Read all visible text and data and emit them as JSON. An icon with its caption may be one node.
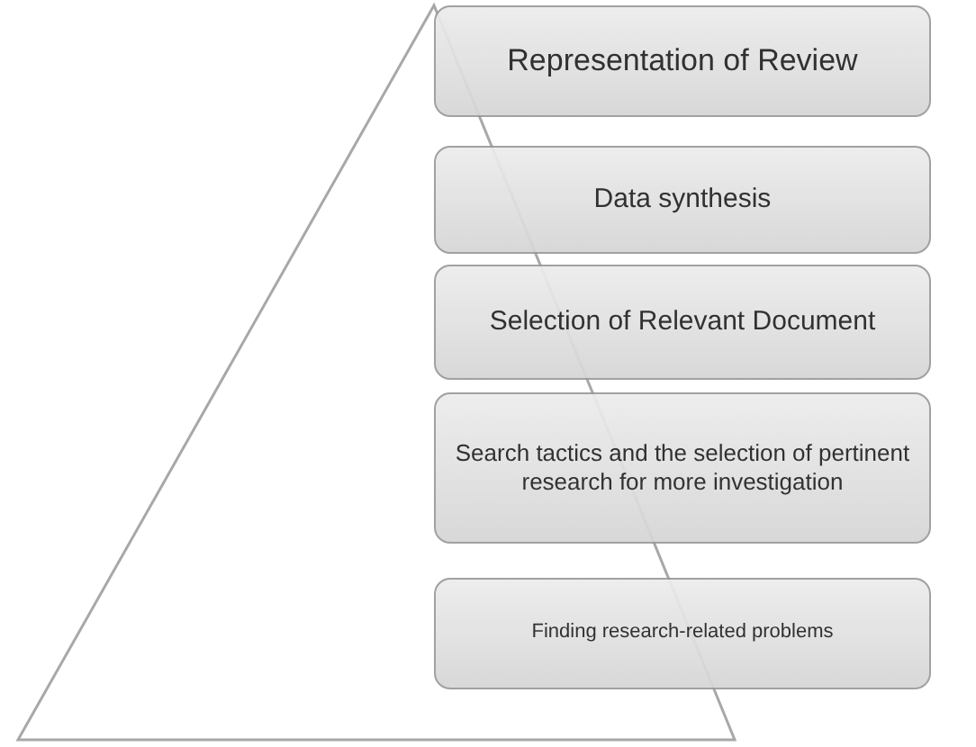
{
  "diagram": {
    "nodes": [
      {
        "text": [
          "Representation of Review"
        ]
      },
      {
        "text": [
          "Data synthesis"
        ]
      },
      {
        "text": [
          "Selection of Relevant Document"
        ]
      },
      {
        "text": [
          "Search tactics and the selection of pertinent research for more investigation"
        ]
      },
      {
        "text": [
          "Finding research-related problems"
        ]
      }
    ]
  }
}
